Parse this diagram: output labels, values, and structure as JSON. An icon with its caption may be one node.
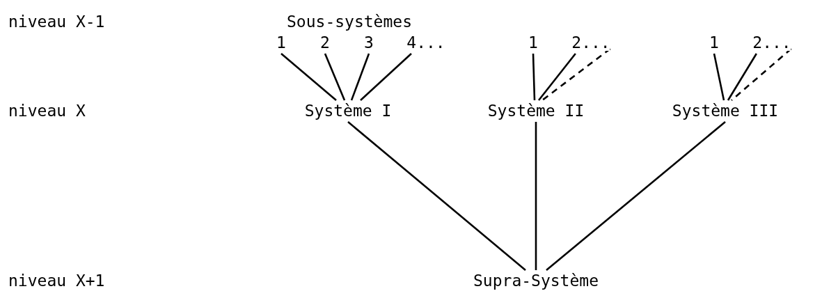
{
  "diagram": {
    "nodes": [
      {
        "text": [
          "1"
        ]
      },
      {
        "text": [
          "2"
        ]
      },
      {
        "text": [
          "3"
        ]
      },
      {
        "text": [
          "4..."
        ]
      },
      {
        "text": [
          "1"
        ]
      },
      {
        "text": [
          "2..."
        ]
      },
      {
        "text": [
          "1"
        ]
      },
      {
        "text": [
          "2..."
        ]
      },
      {
        "text": [
          "Système I"
        ]
      },
      {
        "text": [
          "Système II"
        ]
      },
      {
        "text": [
          "Système III"
        ]
      },
      {
        "text": [
          "Supra-Système"
        ]
      }
    ],
    "edges": [
      {
        "from": 0,
        "to": 8,
        "arrow": "none"
      },
      {
        "from": 1,
        "to": 8,
        "arrow": "none"
      },
      {
        "from": 2,
        "to": 8,
        "arrow": "none"
      },
      {
        "from": 3,
        "to": 8,
        "arrow": "none"
      },
      {
        "from": 4,
        "to": 9,
        "arrow": "none"
      },
      {
        "from": 5,
        "to": 9,
        "arrow": "none"
      },
      {
        "from": 5,
        "to": 9,
        "arrow": "none",
        "style": "dashed"
      },
      {
        "from": 6,
        "to": 10,
        "arrow": "none"
      },
      {
        "from": 7,
        "to": 10,
        "arrow": "none"
      },
      {
        "from": 7,
        "to": 10,
        "arrow": "none",
        "style": "dashed"
      },
      {
        "from": 8,
        "to": 11,
        "arrow": "none"
      },
      {
        "from": 9,
        "to": 11,
        "arrow": "none"
      },
      {
        "from": 10,
        "to": 11,
        "arrow": "none"
      }
    ],
    "labels": [
      "niveau X-1",
      "Sous-systèmes",
      "niveau X",
      "niveau X+1"
    ]
  }
}
